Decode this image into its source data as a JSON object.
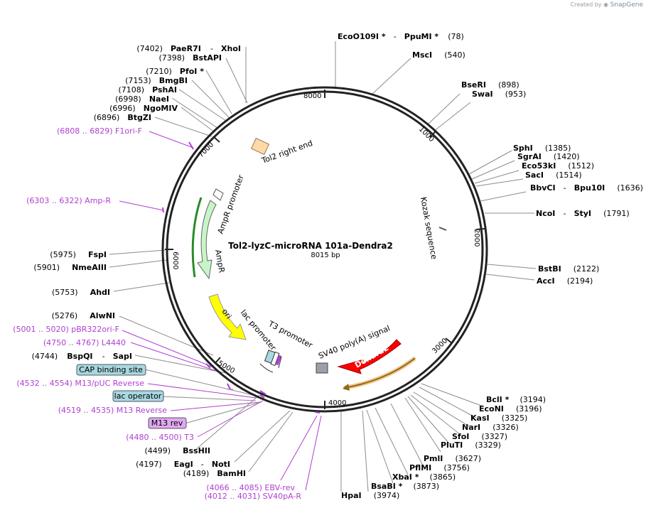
{
  "credit": {
    "prefix": "Created by",
    "brand": "SnapGene"
  },
  "plasmid": {
    "name": "Tol2-lyzC-microRNA 101a-Dendra2",
    "length": "8015 bp"
  },
  "ticks": [
    "1000",
    "2000",
    "3000",
    "4000",
    "5000",
    "6000",
    "7000",
    "8000"
  ],
  "features": {
    "tol2_right_end": "Tol2 right end",
    "ampr_promoter": "AmpR promoter",
    "ampr": "AmpR",
    "ori": "ori",
    "lac_promoter": "lac promoter",
    "t3_promoter": "T3 promoter",
    "kozak": "Kozak sequence",
    "sv40_polya": "SV40 poly(A) signal",
    "dendra2": "Dendra2"
  },
  "enzymes": {
    "eco": {
      "name": "EcoO109I *",
      "sep": "-",
      "name2": "PpuMI *",
      "pos": "(78)"
    },
    "msci": {
      "name": "MscI",
      "pos": "(540)"
    },
    "bseri": {
      "name": "BseRI",
      "pos": "(898)"
    },
    "swai": {
      "name": "SwaI",
      "pos": "(953)"
    },
    "sphi": {
      "name": "SphI",
      "pos": "(1385)"
    },
    "sgrai": {
      "name": "SgrAI",
      "pos": "(1420)"
    },
    "eco53ki": {
      "name": "Eco53kI",
      "pos": "(1512)"
    },
    "saci": {
      "name": "SacI",
      "pos": "(1514)"
    },
    "bbvci": {
      "name": "BbvCI",
      "sep": "-",
      "name2": "Bpu10I",
      "pos": "(1636)"
    },
    "ncoi": {
      "name": "NcoI",
      "sep": "-",
      "name2": "StyI",
      "pos": "(1791)"
    },
    "bstbi": {
      "name": "BstBI",
      "pos": "(2122)"
    },
    "acci": {
      "name": "AccI",
      "pos": "(2194)"
    },
    "bcli": {
      "name": "BclI *",
      "pos": "(3194)"
    },
    "econi": {
      "name": "EcoNI",
      "pos": "(3196)"
    },
    "kasi": {
      "name": "KasI",
      "pos": "(3325)"
    },
    "nari": {
      "name": "NarI",
      "pos": "(3326)"
    },
    "sfoi": {
      "name": "SfoI",
      "pos": "(3327)"
    },
    "pluti": {
      "name": "PluTI",
      "pos": "(3329)"
    },
    "pmli": {
      "name": "PmlI",
      "pos": "(3627)"
    },
    "pflmi": {
      "name": "PflMI",
      "pos": "(3756)"
    },
    "xbai": {
      "name": "XbaI *",
      "pos": "(3865)"
    },
    "bsabi": {
      "name": "BsaBI *",
      "pos": "(3873)"
    },
    "hpai": {
      "name": "HpaI",
      "pos": "(3974)"
    },
    "paer7i": {
      "pos": "(7402)",
      "name": "PaeR7I",
      "sep": "-",
      "name2": "XhoI"
    },
    "bstapi": {
      "pos": "(7398)",
      "name": "BstAPI"
    },
    "pfoi": {
      "pos": "(7210)",
      "name": "PfoI *"
    },
    "bmgbi": {
      "pos": "(7153)",
      "name": "BmgBI"
    },
    "pshai": {
      "pos": "(7108)",
      "name": "PshAI"
    },
    "naei": {
      "pos": "(6998)",
      "name": "NaeI"
    },
    "ngomiv": {
      "pos": "(6996)",
      "name": "NgoMIV"
    },
    "btgzi": {
      "pos": "(6896)",
      "name": "BtgZI"
    },
    "fspi": {
      "pos": "(5975)",
      "name": "FspI"
    },
    "nmeaiii": {
      "pos": "(5901)",
      "name": "NmeAIII"
    },
    "ahdi": {
      "pos": "(5753)",
      "name": "AhdI"
    },
    "alwni": {
      "pos": "(5276)",
      "name": "AlwNI"
    },
    "bspqi": {
      "pos": "(4744)",
      "name": "BspQI",
      "sep": "-",
      "name2": "SapI"
    },
    "bsshii": {
      "pos": "(4499)",
      "name": "BssHII"
    },
    "eagi": {
      "pos": "(4197)",
      "name": "EagI",
      "sep": "-",
      "name2": "NotI"
    },
    "bamhi": {
      "pos": "(4189)",
      "name": "BamHI"
    }
  },
  "primers": {
    "f1ori": "(6808 .. 6829)  F1ori-F",
    "ampr": "(6303 .. 6322)  Amp-R",
    "pbr322": "(5001 .. 5020)  pBR322ori-F",
    "l4440": "(4750 .. 4767)  L4440",
    "m13puc": "(4532 .. 4554)  M13/pUC Reverse",
    "m13rev_primer": "(4519 .. 4535)  M13 Reverse",
    "t3": "(4480 .. 4500)  T3",
    "ebv": "(4066 .. 4085)  EBV-rev",
    "sv40pa": "(4012 .. 4031)  SV40pA-R"
  },
  "badges": {
    "cap": "CAP binding site",
    "lac_operator": "lac operator",
    "m13_rev": "M13 rev"
  },
  "colors": {
    "backbone": "#222222",
    "enzyme_line": "#8c8c8c",
    "primer": "#b03fd0",
    "ampr_fill": "#c8f5c8",
    "ori_fill": "#ffff00",
    "dendra_fill": "#ff0000",
    "tol2_fill": "#ffd9a8",
    "badge_blue": "#a8d8e0",
    "badge_purple": "#e0a8f0",
    "sv40_fill": "#9aa0a8"
  }
}
